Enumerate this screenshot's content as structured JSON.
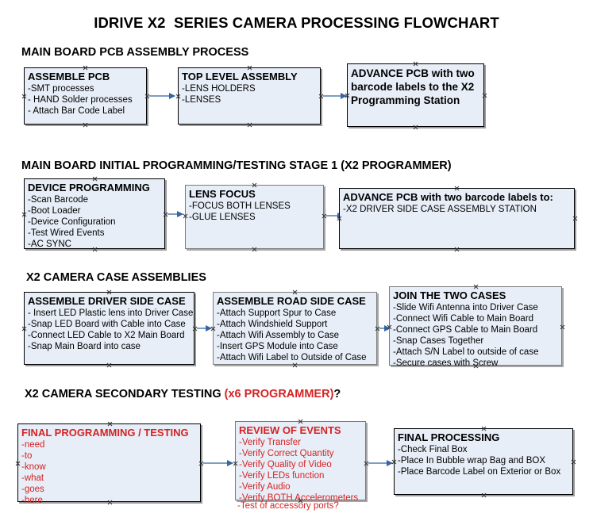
{
  "document": {
    "title": "IDRIVE X2  SERIES CAMERA PROCESSING FLOWCHART"
  },
  "sections": [
    {
      "id": "main-board-pcb-assembly",
      "header": "MAIN BOARD PCB ASSEMBLY PROCESS",
      "header_red": "",
      "header_tail": ""
    },
    {
      "id": "main-board-initial-programming",
      "header": "MAIN BOARD INITIAL PROGRAMMING/TESTING STAGE 1 (X2 PROGRAMMER)",
      "header_red": "",
      "header_tail": ""
    },
    {
      "id": "x2-camera-case-assemblies",
      "header": "X2 CAMERA CASE ASSEMBLIES",
      "header_red": "",
      "header_tail": ""
    },
    {
      "id": "x2-camera-secondary-testing",
      "header": "X2 CAMERA SECONDARY TESTING  ",
      "header_red": "(x6 PROGRAMMER)",
      "header_tail": "?"
    }
  ],
  "boxes": {
    "assemble_pcb": {
      "title": "ASSEMBLE PCB",
      "lines": [
        "-SMT processes",
        "- HAND Solder processes",
        "- Attach Bar Code Label"
      ]
    },
    "top_level_assembly": {
      "title": "TOP LEVEL ASSEMBLY",
      "lines": [
        "-LENS HOLDERS",
        "-LENSES"
      ]
    },
    "advance_pcb_programming_station": {
      "title": "ADVANCE PCB with two barcode labels to the  X2 Programming Station",
      "lines": []
    },
    "device_programming": {
      "title": "DEVICE PROGRAMMING",
      "lines": [
        "-Scan Barcode",
        "-Boot Loader",
        "-Device Configuration",
        "-Test Wired Events",
        "-AC SYNC"
      ]
    },
    "lens_focus": {
      "title": "LENS FOCUS",
      "lines": [
        "-FOCUS BOTH LENSES",
        "-GLUE LENSES"
      ]
    },
    "advance_pcb_driver_side": {
      "title": "ADVANCE PCB with two barcode labels to:",
      "lines": [
        "-X2 DRIVER  SIDE  CASE  ASSEMBLY STATION"
      ]
    },
    "assemble_driver_side_case": {
      "title": "ASSEMBLE DRIVER SIDE CASE",
      "lines": [
        "- Insert LED Plastic lens into Driver Case",
        "-Snap LED Board with Cable into Case",
        "-Connect LED Cable to X2 Main Board",
        "-Snap Main Board into case"
      ]
    },
    "assemble_road_side_case": {
      "title": "ASSEMBLE ROAD SIDE CASE",
      "lines": [
        "-Attach Support Spur to Case",
        "-Attach Windshield Support",
        "-Attach Wifi Assembly to Case",
        "-Insert GPS Module into Case",
        "-Attach Wifi Label to Outside of Case"
      ]
    },
    "join_the_two_cases": {
      "title": "JOIN THE TWO CASES",
      "lines": [
        "-Slide Wifi Antenna into Driver Case",
        "-Connect Wifi Cable to Main Board",
        "-Connect GPS Cable to Main Board",
        "-Snap Cases Together",
        "-Attach S/N Label to outside of case",
        "-Secure cases with Screw"
      ]
    },
    "final_programming_testing": {
      "title": "FINAL PROGRAMMING / TESTING",
      "lines": [
        "-need",
        "-to",
        "-know",
        "-what",
        "-goes",
        "-here"
      ]
    },
    "review_of_events": {
      "title": "REVIEW OF EVENTS",
      "lines": [
        "-Verify Transfer",
        "-Verify Correct Quantity",
        "-Verify Quality of Video",
        "-Verify LEDs function",
        "-Verify Audio",
        "-Verify BOTH Accelerometers"
      ],
      "overflow_line": "-Test of accessory ports?"
    },
    "final_processing": {
      "title": "FINAL PROCESSING",
      "lines": [
        "-Check Final Box",
        "-Place In Bubble wrap Bag and BOX",
        "-Place Barcode Label on Exterior or Box"
      ]
    }
  },
  "colors": {
    "box_fill": "#e8eef7",
    "box_border": "#000000",
    "box_border_gray": "#7b7b7b",
    "arrow_line": "#7d9dc4",
    "arrow_head": "#3465a4",
    "red_text": "#d42323",
    "text": "#000000",
    "background": "#ffffff"
  }
}
